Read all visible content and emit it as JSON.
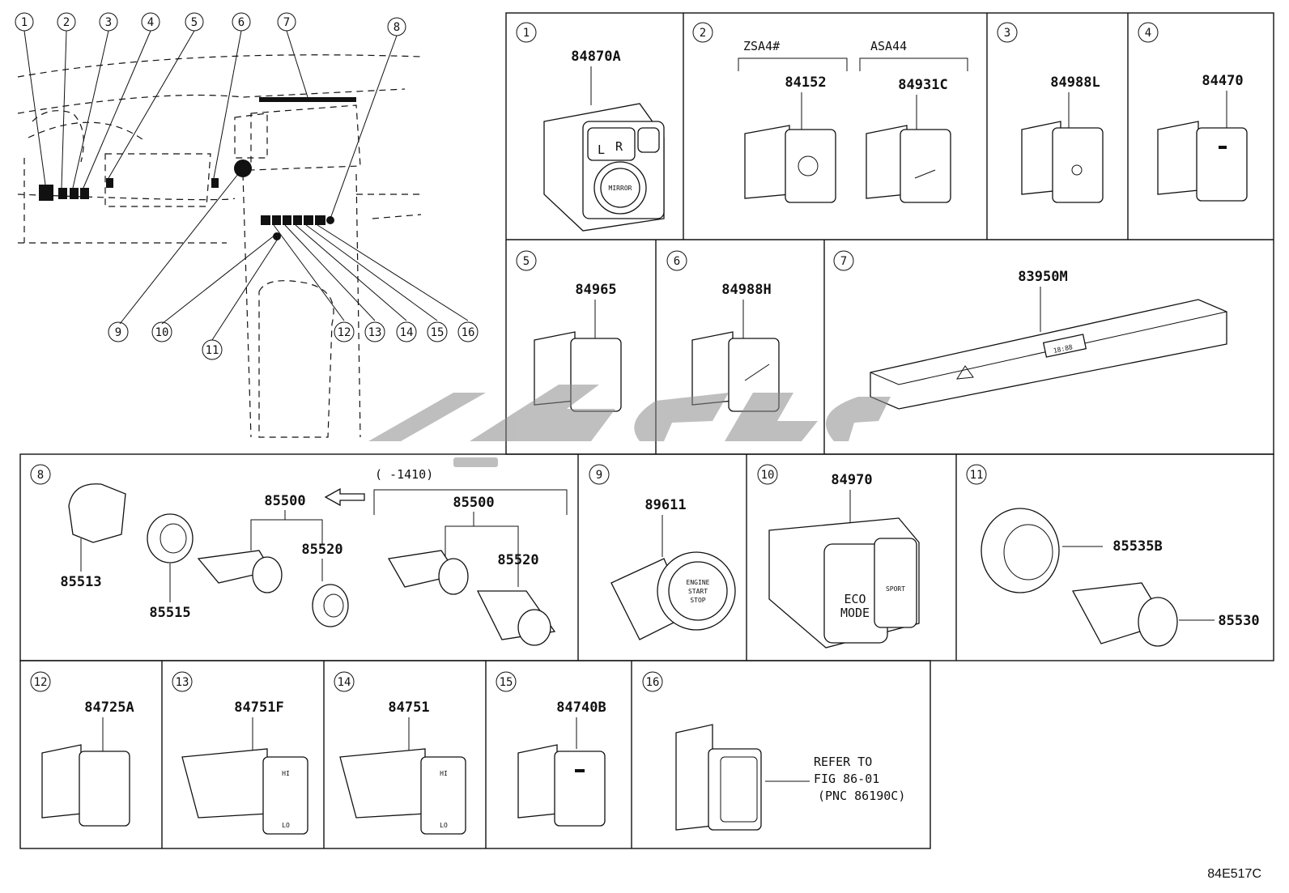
{
  "overview": {
    "callouts": [
      "1",
      "2",
      "3",
      "4",
      "5",
      "6",
      "7",
      "8",
      "9",
      "10",
      "11",
      "12",
      "13",
      "14",
      "15",
      "16"
    ]
  },
  "cells": {
    "c1": {
      "index": "1",
      "part": "84870A",
      "button_l": "L",
      "button_r": "R",
      "mirror": "MIRROR"
    },
    "c2": {
      "index": "2",
      "group_a": "ZSA4#",
      "group_b": "ASA44",
      "part_a": "84152",
      "part_b": "84931C"
    },
    "c3": {
      "index": "3",
      "part": "84988L"
    },
    "c4": {
      "index": "4",
      "part": "84470"
    },
    "c5": {
      "index": "5",
      "part": "84965"
    },
    "c6": {
      "index": "6",
      "part": "84988H"
    },
    "c7": {
      "index": "7",
      "part": "83950M",
      "clock": "18:88"
    },
    "c8": {
      "index": "8",
      "note": "(     -1410)",
      "p_a": "85513",
      "p_b": "85515",
      "p_c": "85500",
      "p_d": "85520",
      "p_e": "85500",
      "p_f": "85520"
    },
    "c9": {
      "index": "9",
      "part": "89611",
      "btn_l1": "ENGINE",
      "btn_l2": "START",
      "btn_l3": "STOP"
    },
    "c10": {
      "index": "10",
      "part": "84970",
      "eco1": "ECO",
      "eco2": "MODE",
      "sport": "SPORT"
    },
    "c11": {
      "index": "11",
      "part_a": "85535B",
      "part_b": "85530"
    },
    "c12": {
      "index": "12",
      "part": "84725A"
    },
    "c13": {
      "index": "13",
      "part": "84751F",
      "hi": "HI",
      "lo": "LO"
    },
    "c14": {
      "index": "14",
      "part": "84751",
      "hi": "HI",
      "lo": "LO"
    },
    "c15": {
      "index": "15",
      "part": "84740B"
    },
    "c16": {
      "index": "16",
      "refer1": "REFER TO",
      "refer2": "FIG 86-01",
      "refer3": "(PNC 86190C)"
    }
  },
  "footer": {
    "code": "84E517C"
  }
}
